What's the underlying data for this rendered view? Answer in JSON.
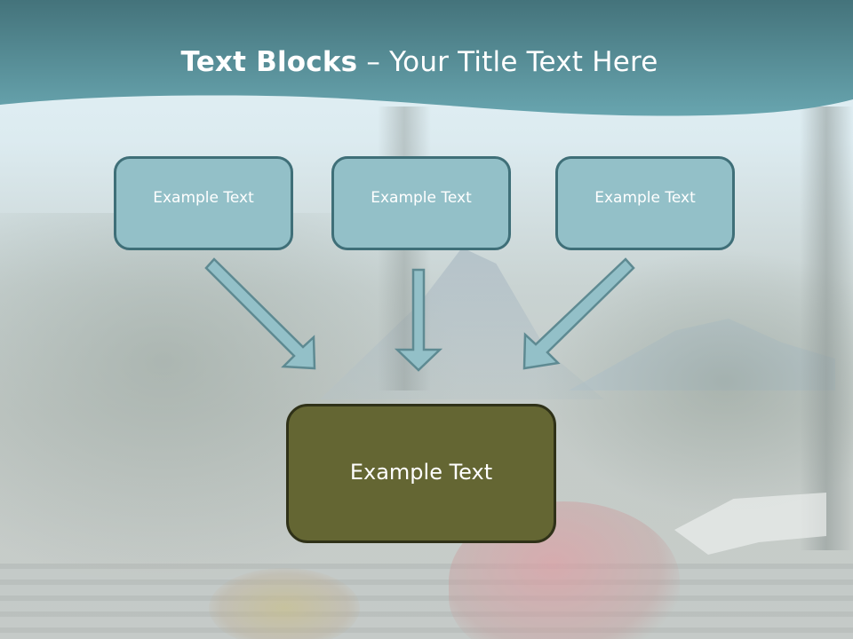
{
  "slide": {
    "title_bold": "Text Blocks",
    "title_separator": " – ",
    "title_regular": "Your Title Text Here",
    "top_blocks": [
      {
        "label": "Example Text"
      },
      {
        "label": "Example Text"
      },
      {
        "label": "Example Text"
      }
    ],
    "center_block": {
      "label": "Example Text"
    },
    "arrows": [
      {
        "direction": "down-right"
      },
      {
        "direction": "down"
      },
      {
        "direction": "down-left"
      }
    ]
  },
  "colors": {
    "header_top": "#3f7078",
    "header_bottom": "#6aa7b1",
    "top_block_fill": "#93c0c8",
    "top_block_border": "#3f6f78",
    "center_block_fill": "#646633",
    "center_block_border": "#2f3118",
    "arrow_fill": "#93c0c8",
    "arrow_stroke": "#5e8a92",
    "text": "#ffffff"
  }
}
